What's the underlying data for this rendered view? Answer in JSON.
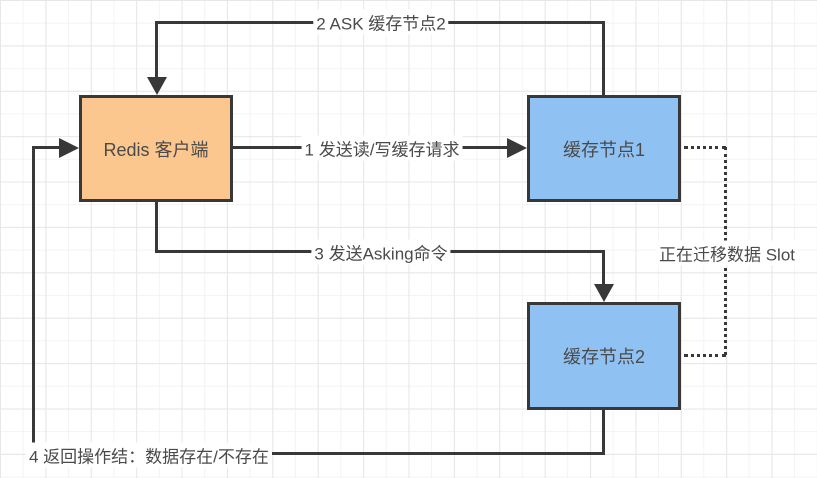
{
  "diagram": {
    "type": "flow-diagram",
    "topic": "Redis ASK redirection between cache nodes",
    "background": "#ffffff",
    "grid_color": "#e7e7e7",
    "line_color": "#383838",
    "text_color": "#4a4a4a"
  },
  "nodes": [
    {
      "id": "redis_client",
      "label": "Redis 客户端",
      "fill": "#FBC78F",
      "border": "#383838"
    },
    {
      "id": "cache_node_1",
      "label": "缓存节点1",
      "fill": "#8FC2F2",
      "border": "#383838"
    },
    {
      "id": "cache_node_2",
      "label": "缓存节点2",
      "fill": "#8FC2F2",
      "border": "#383838"
    }
  ],
  "edges": [
    {
      "id": "step1",
      "label": "1 发送读/写缓存请求",
      "from": "redis_client",
      "to": "cache_node_1",
      "style": "solid",
      "arrow": "right"
    },
    {
      "id": "step2",
      "label": "2 ASK 缓存节点2",
      "from": "cache_node_1",
      "to": "redis_client",
      "style": "solid",
      "arrow": "down"
    },
    {
      "id": "step3",
      "label": "3 发送Asking命令",
      "from": "redis_client",
      "to": "cache_node_2",
      "style": "solid",
      "arrow": "down"
    },
    {
      "id": "step4",
      "label": "4 返回操作结：数据存在/不存在",
      "from": "cache_node_2",
      "to": "redis_client",
      "style": "solid",
      "arrow": "right"
    },
    {
      "id": "migrating",
      "label": "正在迁移数据 Slot",
      "from": "cache_node_1",
      "to": "cache_node_2",
      "style": "dotted",
      "arrow": "none"
    }
  ]
}
